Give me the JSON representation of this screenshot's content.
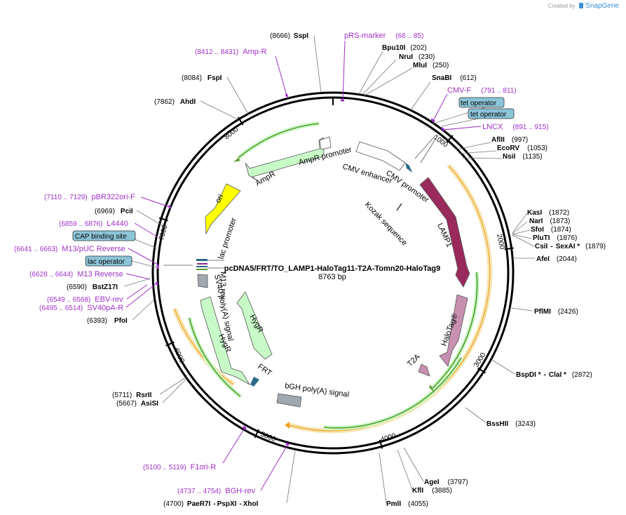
{
  "app": {
    "credit_prefix": "Created by",
    "credit_brand": "SnapGene",
    "brand_color": "#3b8fd6"
  },
  "plasmid": {
    "name": "pcDNA5/FRT/TO_LAMP1-HaloTag11-T2A-Tomn20-HaloTag9",
    "length_label": "8763 bp",
    "length": 8763
  },
  "ticks": [
    "1000",
    "2000",
    "3000",
    "4000",
    "5000",
    "6000",
    "7000",
    "8000"
  ],
  "enzymes": [
    {
      "pos": "(8666)",
      "name": "SspI"
    },
    {
      "name": "Bpu10I",
      "pos": "(202)"
    },
    {
      "name": "NruI",
      "pos": "(230)"
    },
    {
      "name": "MluI",
      "pos": "(250)"
    },
    {
      "name": "SnaBI",
      "pos": "(612)"
    },
    {
      "name": "AflII",
      "pos": "(997)"
    },
    {
      "name": "EcoRV",
      "pos": "(1053)"
    },
    {
      "name": "NsiI",
      "pos": "(1135)"
    },
    {
      "name": "KasI",
      "pos": "(1872)"
    },
    {
      "name": "NarI",
      "pos": "(1873)"
    },
    {
      "name": "SfoI",
      "pos": "(1874)"
    },
    {
      "name": "PluTI",
      "pos": "(1876)"
    },
    {
      "name": "CsiI",
      "sep": "-",
      "name2": "SexAI *",
      "pos": "(1879)"
    },
    {
      "name": "AfeI",
      "pos": "(2044)"
    },
    {
      "name": "PflMI",
      "pos": "(2426)"
    },
    {
      "name": "BspDI *",
      "sep": "-",
      "name2": "ClaI *",
      "pos": "(2872)"
    },
    {
      "name": "BssHII",
      "pos": "(3243)"
    },
    {
      "name": "AgeI",
      "pos": "(3797)"
    },
    {
      "name": "KflI",
      "pos": "(3885)"
    },
    {
      "name": "PmlI",
      "pos": "(4055)"
    },
    {
      "pos": "(4700)",
      "name": "PaeR7I",
      "sep": "-",
      "name2": "PspXI",
      "sep2": "-",
      "name3": "XhoI"
    },
    {
      "pos": "(5711)",
      "name": "RsrII"
    },
    {
      "pos": "(5667)",
      "name": "AsiSI"
    },
    {
      "pos": "(6393)",
      "name": "PfoI"
    },
    {
      "pos": "(6590)",
      "name": "BstZ17I"
    },
    {
      "pos": "(6969)",
      "name": "PciI"
    },
    {
      "pos": "(7862)",
      "name": "AhdI"
    },
    {
      "pos": "(8084)",
      "name": "FspI"
    }
  ],
  "primers": [
    {
      "name": "pRS-marker",
      "range": "(66 .. 85)"
    },
    {
      "name": "CMV-F",
      "range": "(791 .. 811)"
    },
    {
      "name": "LNCX",
      "range": "(891 .. 915)"
    },
    {
      "range": "(8412 .. 8431)",
      "name": "Amp-R"
    },
    {
      "range": "(7110 .. 7129)",
      "name": "pBR322ori-F"
    },
    {
      "range": "(6859 .. 6876)",
      "name": "L4440"
    },
    {
      "range": "(6641 .. 6663)",
      "name": "M13/pUC Reverse"
    },
    {
      "range": "(6628 .. 6644)",
      "name": "M13 Reverse"
    },
    {
      "range": "(6549 .. 6568)",
      "name": "EBV-rev"
    },
    {
      "range": "(6495 .. 6514)",
      "name": "SV40pA-R"
    },
    {
      "range": "(5100 .. 5119)",
      "name": "F1ori-R"
    },
    {
      "range": "(4737 .. 4754)",
      "name": "BGH-rev"
    }
  ],
  "boxed_features": [
    {
      "label": "tet operator"
    },
    {
      "label": "tet operator"
    },
    {
      "label": "CAP binding site"
    },
    {
      "label": "lac operator"
    }
  ],
  "features": {
    "amp_promoter": "AmpR promoter",
    "cmv_enhancer": "CMV enhancer",
    "cmv_promoter": "CMV promoter",
    "kozak": "Kozak sequence",
    "lamp1": "LAMP1",
    "halotag": "HaloTag®",
    "t2a": "T2A",
    "bgh": "bGH poly(A) signal",
    "frt": "FRT",
    "hygr_outer": "HygR",
    "hygr_inner": "HygR",
    "sv40": "SV40 poly(A) signal",
    "m13rev": "M13 rev",
    "lac_promoter": "lac promoter",
    "ori": "ori",
    "ampr": "AmpR"
  },
  "colors": {
    "primer": "#a030c8",
    "boxed_fill": "#8cc4d8",
    "lamp1": "#9a2a5c",
    "halotag": "#c890b0",
    "resistance": "#c8fac8",
    "ori": "#ffff00",
    "orf_outline": "#f0a020",
    "orf_band": "#f6e6b4",
    "orf_line": "#5a9a2a",
    "promoter": "#ffffff",
    "polyA": "#a0a8b0",
    "frt": "#2a6a8a"
  }
}
